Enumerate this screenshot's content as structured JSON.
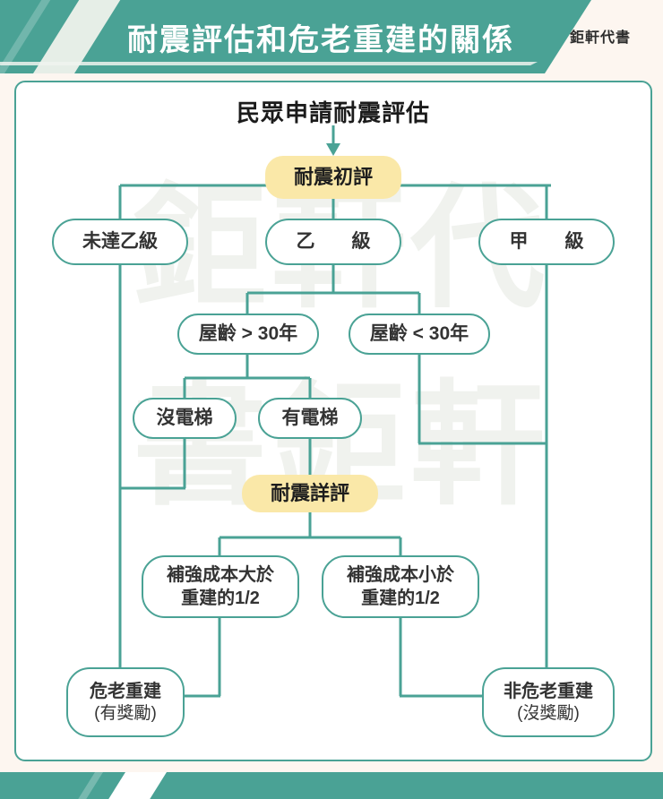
{
  "header": {
    "title": "耐震評估和危老重建的關係",
    "brand": "鉅軒代書"
  },
  "chart_title": "民眾申請耐震評估",
  "watermark": [
    "鉅",
    "軒",
    "代",
    "書",
    "鉅",
    "軒"
  ],
  "nodes": {
    "initial_eval": "耐震初評",
    "below_b": "未達乙級",
    "grade_b": "乙　級",
    "grade_a": "甲　級",
    "age_over_30": "屋齡 > 30年",
    "age_under_30": "屋齡 < 30年",
    "no_elevator": "沒電梯",
    "has_elevator": "有電梯",
    "detail_eval": "耐震詳評",
    "cost_greater_l1": "補強成本大於",
    "cost_greater_l2": "重建的1/2",
    "cost_less_l1": "補強成本小於",
    "cost_less_l2": "重建的1/2",
    "rebuild_l1": "危老重建",
    "rebuild_l2": "(有獎勵)",
    "no_rebuild_l1": "非危老重建",
    "no_rebuild_l2": "(沒獎勵)"
  },
  "colors": {
    "teal": "#4aa295",
    "yellow": "#fae8a8",
    "card_bg": "#ffffff",
    "page_bg": "#fdf6f0",
    "text": "#333333"
  },
  "chart_data": {
    "type": "diagram",
    "title": "民眾申請耐震評估",
    "flow": [
      {
        "from": "民眾申請耐震評估",
        "to": "耐震初評"
      },
      {
        "from": "耐震初評",
        "to": "未達乙級"
      },
      {
        "from": "耐震初評",
        "to": "乙　級"
      },
      {
        "from": "耐震初評",
        "to": "甲　級"
      },
      {
        "from": "乙　級",
        "to": "屋齡 > 30年"
      },
      {
        "from": "乙　級",
        "to": "屋齡 < 30年"
      },
      {
        "from": "屋齡 > 30年",
        "to": "沒電梯"
      },
      {
        "from": "屋齡 > 30年",
        "to": "有電梯"
      },
      {
        "from": "有電梯",
        "to": "耐震詳評"
      },
      {
        "from": "沒電梯",
        "to": "危老重建 (有獎勵)"
      },
      {
        "from": "未達乙級",
        "to": "危老重建 (有獎勵)"
      },
      {
        "from": "耐震詳評",
        "to": "補強成本大於重建的1/2"
      },
      {
        "from": "耐震詳評",
        "to": "補強成本小於重建的1/2"
      },
      {
        "from": "補強成本大於重建的1/2",
        "to": "危老重建 (有獎勵)"
      },
      {
        "from": "補強成本小於重建的1/2",
        "to": "非危老重建 (沒獎勵)"
      },
      {
        "from": "屋齡 < 30年",
        "to": "非危老重建 (沒獎勵)"
      },
      {
        "from": "甲　級",
        "to": "非危老重建 (沒獎勵)"
      }
    ]
  }
}
